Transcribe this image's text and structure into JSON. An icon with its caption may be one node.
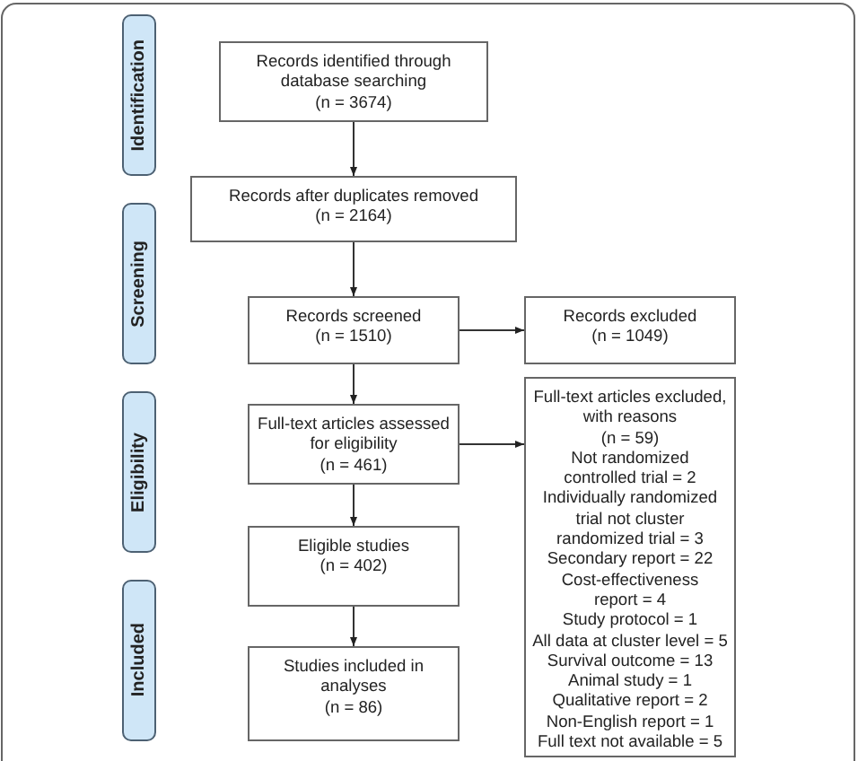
{
  "diagram": {
    "nodes": [
      {
        "text": [
          "Identification"
        ]
      },
      {
        "text": [
          "Records identified through database searching",
          "(n = 3674)"
        ]
      },
      {
        "text": [
          "Records after duplicates removed",
          "(n = 2164)"
        ]
      },
      {
        "text": [
          "Screening"
        ]
      },
      {
        "text": [
          "Records screened",
          "(n = 1510)"
        ]
      },
      {
        "text": [
          "Records excluded",
          "(n = 1049)"
        ]
      },
      {
        "text": [
          "Eligibility"
        ]
      },
      {
        "text": [
          "Full-text articles assessed for eligibility",
          "(n = 461)"
        ]
      },
      {
        "text": [
          "Full-text articles excluded, with reasons",
          "(n = 59)",
          "Not randomized controlled trial = 2",
          "Individually randomized trial not cluster randomized trial = 3",
          "Secondary report = 22",
          "Cost-effectiveness report = 4",
          "Study protocol = 1",
          "All data at cluster level = 5",
          "Survival outcome = 13",
          "Animal study = 1",
          "Qualitative report = 2",
          "Non-English report = 1",
          "Full text not available = 5"
        ]
      },
      {
        "text": [
          "Eligible studies",
          "(n = 402)"
        ]
      },
      {
        "text": [
          "Included"
        ]
      },
      {
        "text": [
          "Studies included in analyses",
          "(n = 86)"
        ]
      }
    ],
    "edges": [
      {
        "from": 1,
        "to": 2,
        "arrow": "to"
      },
      {
        "from": 2,
        "to": 4,
        "arrow": "to"
      },
      {
        "from": 4,
        "to": 5,
        "arrow": "to"
      },
      {
        "from": 4,
        "to": 7,
        "arrow": "to"
      },
      {
        "from": 7,
        "to": 8,
        "arrow": "to"
      },
      {
        "from": 7,
        "to": 9,
        "arrow": "to"
      },
      {
        "from": 9,
        "to": 11,
        "arrow": "to"
      }
    ]
  }
}
